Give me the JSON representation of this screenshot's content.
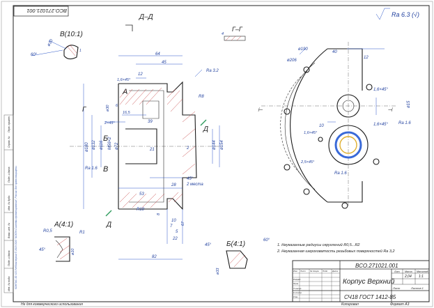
{
  "doc_code_rotated": "ВСО.271021.001",
  "section_dd": "Д–Д",
  "section_gg": "Г–Г",
  "roughness_general": "Ra 6.3 (√)",
  "view_b": "В(10:1)",
  "view_a": "А(4:1)",
  "view_b2": "Б(4:1)",
  "labels": {
    "A": "А",
    "B": "Б",
    "V": "В",
    "G": "Г",
    "D": "Д"
  },
  "dims": {
    "d64": "64",
    "d45": "45",
    "d12": "12",
    "ch16": "1,6×45°",
    "ra32": "Ra 3.2",
    "r8": "R8",
    "d30": "ø30",
    "d6": "6",
    "d165": "16,5",
    "d39": "39",
    "ch2": "2×45°",
    "d180": "ø180",
    "d132": "ø132",
    "d116": "ø116",
    "m56": "M56×2",
    "d72": "ø72",
    "d21": "21",
    "d2": "2",
    "d144": "ø144",
    "d154": "ø154",
    "ra16": "Ra 1.6",
    "d28": "28",
    "d53": "53",
    "r10": "R10",
    "d45b": "45°",
    "places": "2 места",
    "d8": "8",
    "d10": "10",
    "d67": "67",
    "d7": "7",
    "d5": "5",
    "d22": "22",
    "d82": "82",
    "d190": "ø190",
    "d40": "40",
    "d206": "ø206",
    "d12b": "12",
    "d15": "ø15",
    "d10b": "10",
    "d16b": "1,6×45°",
    "ra16b": "Ra 1.6",
    "d25": "2,5×45°",
    "r05": "R0,5",
    "r1": "R1",
    "d60": "60°",
    "d45c": "45°",
    "d33": "ø33",
    "d10c": "ø10",
    "d4": "4"
  },
  "notes": [
    "1. Неуказанные радиусы скруглений R0,5...R2",
    "2. Неуказанная шероховатость резьбовых поверхностей Ra 3,2"
  ],
  "title_block": {
    "code": "ВСО.271021.001",
    "name": "Корпус Верхний",
    "material": "СЧ18  ГОСТ 1412-85",
    "lit_header": "Лит.",
    "mass_header": "Масса",
    "scale_header": "Масштаб",
    "mass": "2,04",
    "scale": "1:1",
    "sheet": "Лист",
    "sheets": "Листов 1",
    "rows_left": [
      "Изм.",
      "Лист",
      "№ докум.",
      "Подп.",
      "Дата"
    ],
    "roles": [
      "Разраб.",
      "Пров.",
      "Т.контр.",
      "Н.контр.",
      "Утв."
    ],
    "copied": "Копировал",
    "format": "Формат  A3"
  },
  "footer_left": "Не для коммерческого использования",
  "side_strip": [
    "Инв. № подл.",
    "Подп. и дата",
    "Взам. инв. №",
    "Инв. № дубл.",
    "Подп. и дата",
    "Справ. №",
    "Перв. примен."
  ],
  "side_long": "КОМПАС-3D v16 Учебная версия © 2015 ООО \"АСКОН-Системы проектирования\", Россия. Все права защищены."
}
